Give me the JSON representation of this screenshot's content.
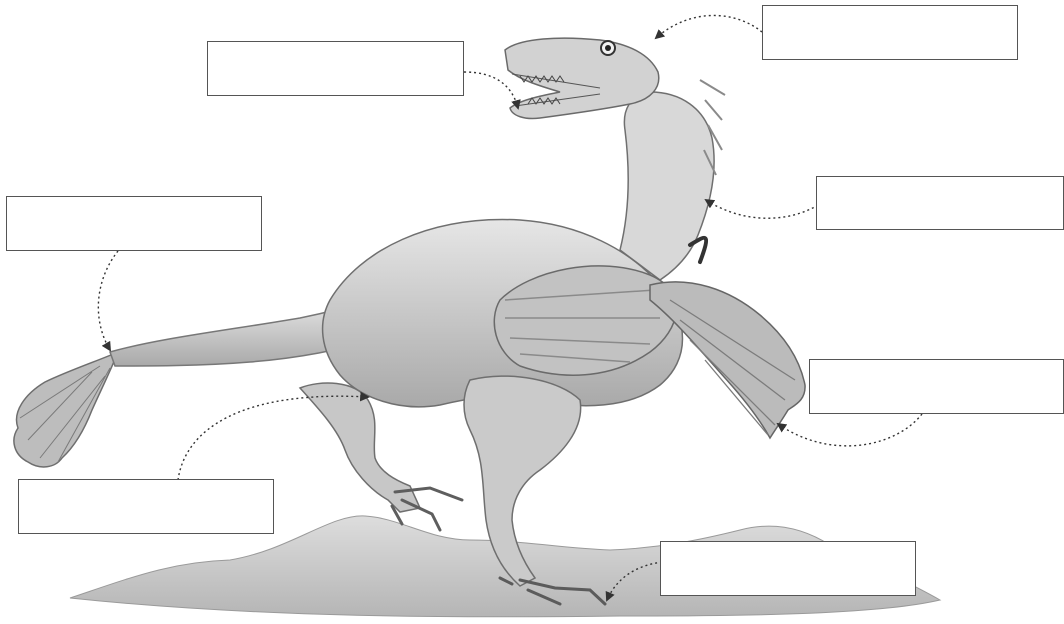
{
  "diagram": {
    "subject": "feathered-dinosaur-illustration",
    "colors": {
      "box_border": "#555555",
      "leader_line": "#333333",
      "body_fill": "#d4d4d4",
      "shadow": "#8c8c8c",
      "ground": "#c9c9c9"
    },
    "labels": [
      {
        "id": "eye",
        "text": ""
      },
      {
        "id": "teeth",
        "text": ""
      },
      {
        "id": "neck",
        "text": ""
      },
      {
        "id": "tail",
        "text": ""
      },
      {
        "id": "wing",
        "text": ""
      },
      {
        "id": "leg",
        "text": ""
      },
      {
        "id": "claw",
        "text": ""
      }
    ]
  }
}
